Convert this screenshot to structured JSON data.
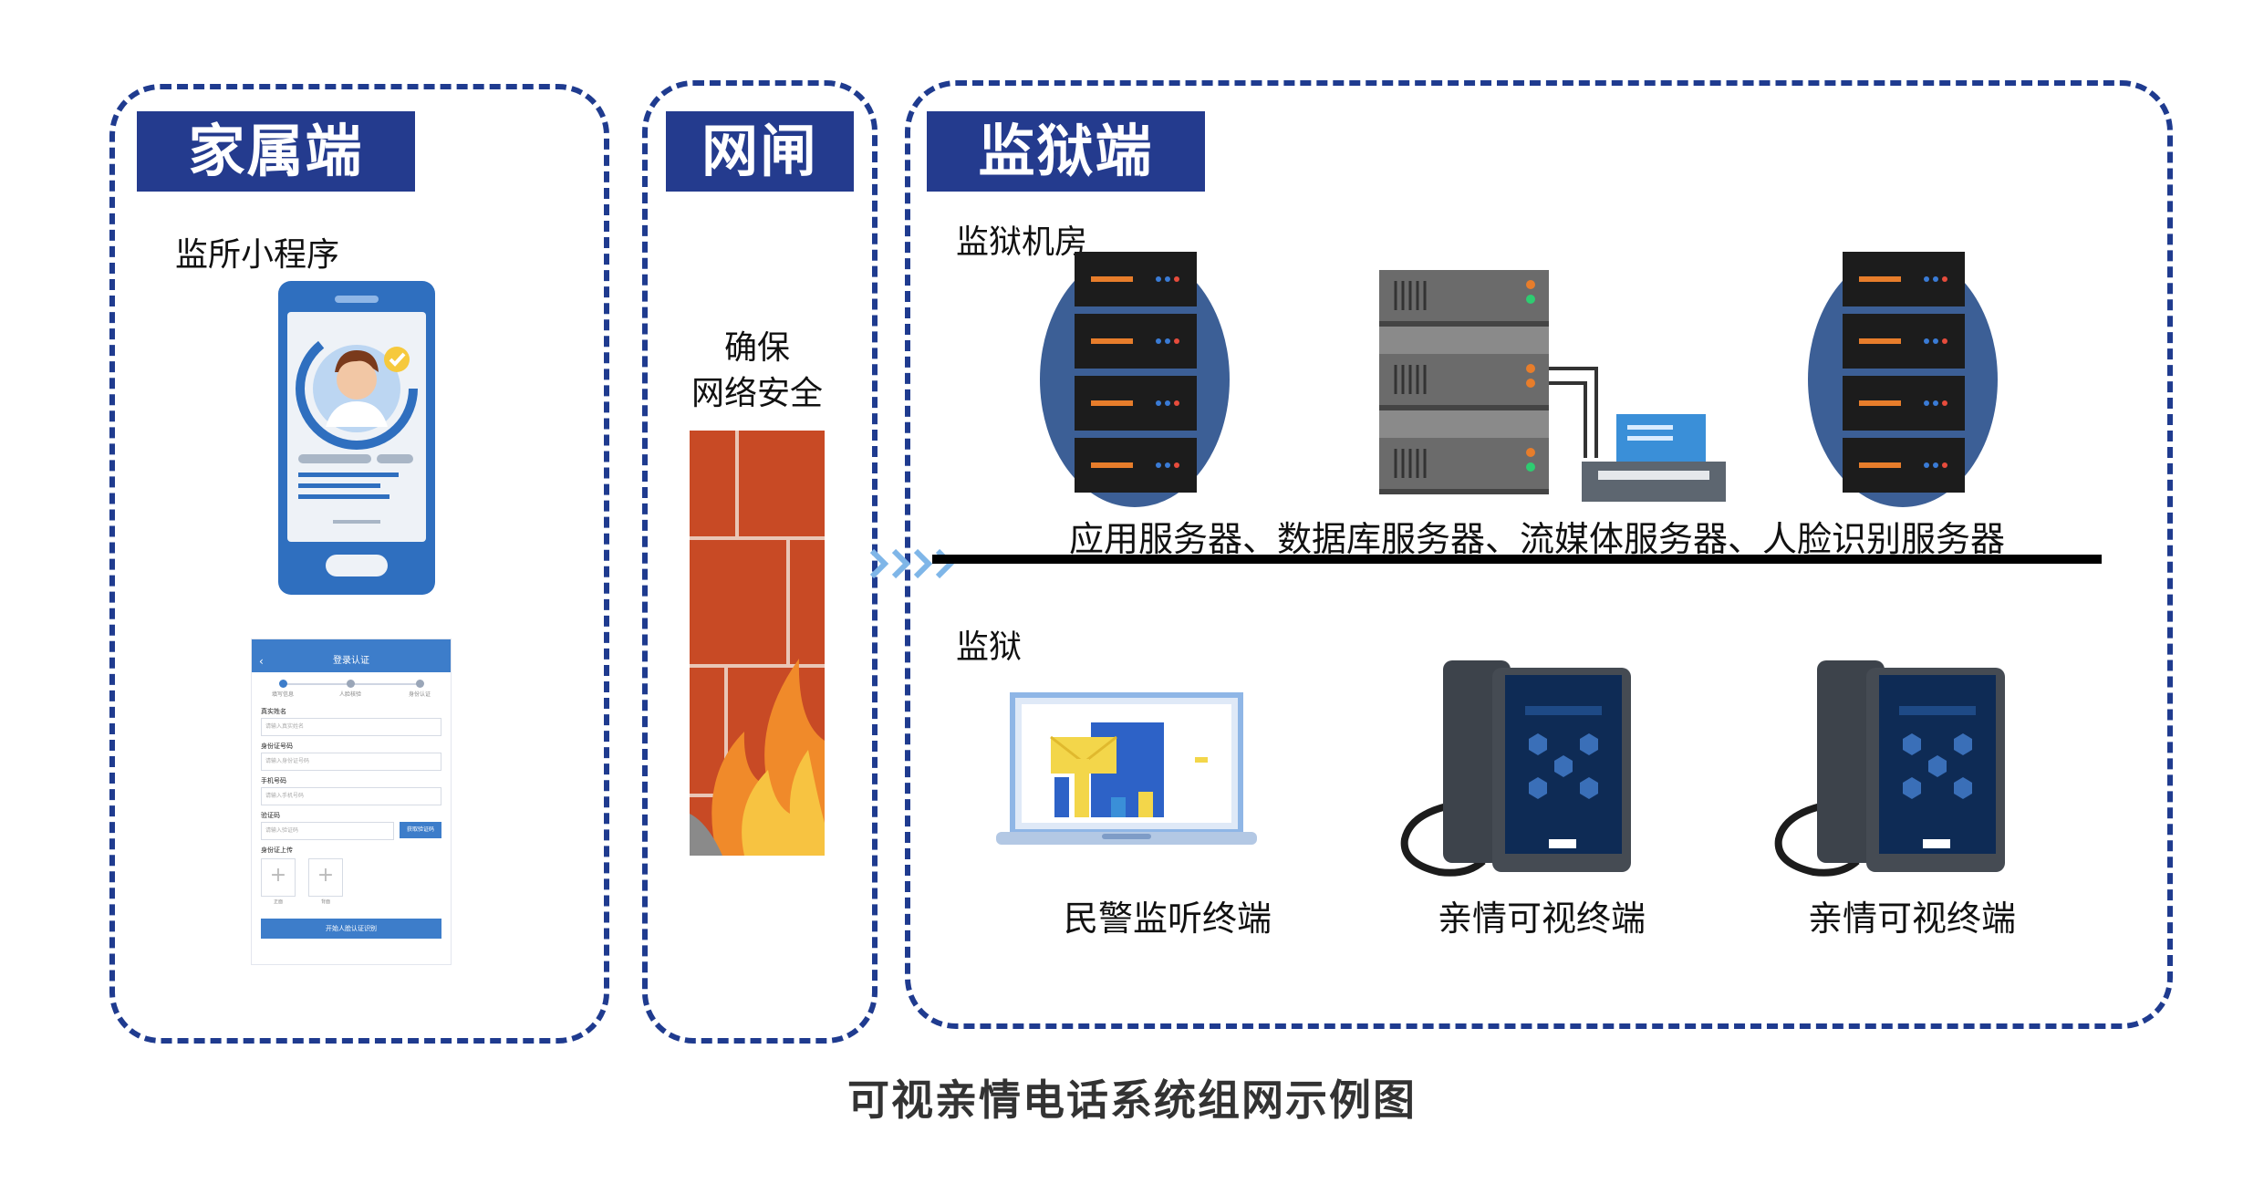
{
  "sections": {
    "family": {
      "header": "家属端",
      "app_label": "监所小程序"
    },
    "gateway": {
      "header": "网闸",
      "note_line1": "确保",
      "note_line2": "网络安全"
    },
    "prison": {
      "header": "监狱端",
      "server_room_label": "监狱机房",
      "servers_caption": "应用服务器、数据库服务器、流媒体服务器、人脸识别服务器",
      "prison_label": "监狱",
      "terminals": [
        {
          "label": "民警监听终端"
        },
        {
          "label": "亲情可视终端"
        },
        {
          "label": "亲情可视终端"
        }
      ]
    }
  },
  "login_form": {
    "title": "登录认证",
    "back_symbol": "‹",
    "steps": [
      "填写信息",
      "人脸核验",
      "身份认证"
    ],
    "fields": [
      {
        "label": "真实姓名",
        "placeholder": "请输入真实姓名"
      },
      {
        "label": "身份证号码",
        "placeholder": "请输入身份证号码"
      },
      {
        "label": "手机号码",
        "placeholder": "请输入手机号码"
      }
    ],
    "code_label": "验证码",
    "code_placeholder": "请输入验证码",
    "code_button": "获取验证码",
    "upload_label": "身份证上传",
    "upload_front": "正面",
    "upload_back": "背面",
    "submit": "开始人脸认证识别"
  },
  "figure_title": "可视亲情电话系统组网示例图",
  "colors": {
    "accent": "#243b8e",
    "dashed_border": "#1f3b8f",
    "firewall": "#c84a25",
    "server": "#1c1c1c",
    "phone_blue": "#2f6fbf"
  }
}
